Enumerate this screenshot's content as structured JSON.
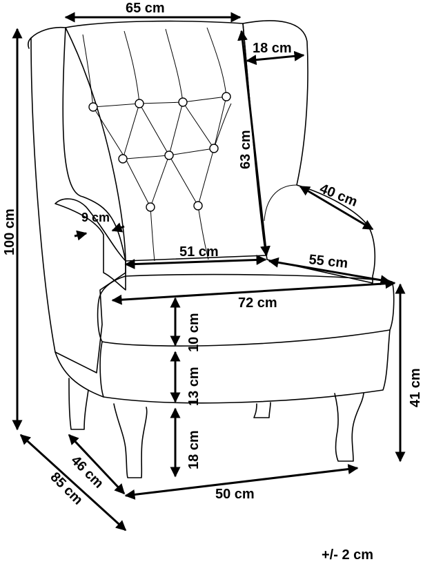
{
  "labels": {
    "width_top": "65 cm",
    "wing_depth": "18 cm",
    "back_height": "63 cm",
    "armrest_length": "40 cm",
    "total_height": "100 cm",
    "arm_width": "9 cm",
    "seat_width": "51 cm",
    "seat_depth": "55 cm",
    "front_width": "72 cm",
    "cushion_height": "10 cm",
    "base_height": "13 cm",
    "leg_height": "18 cm",
    "seat_height": "41 cm",
    "depth_46": "46 cm",
    "depth_85": "85 cm",
    "leg_span": "50 cm",
    "tolerance": "+/- 2 cm"
  }
}
